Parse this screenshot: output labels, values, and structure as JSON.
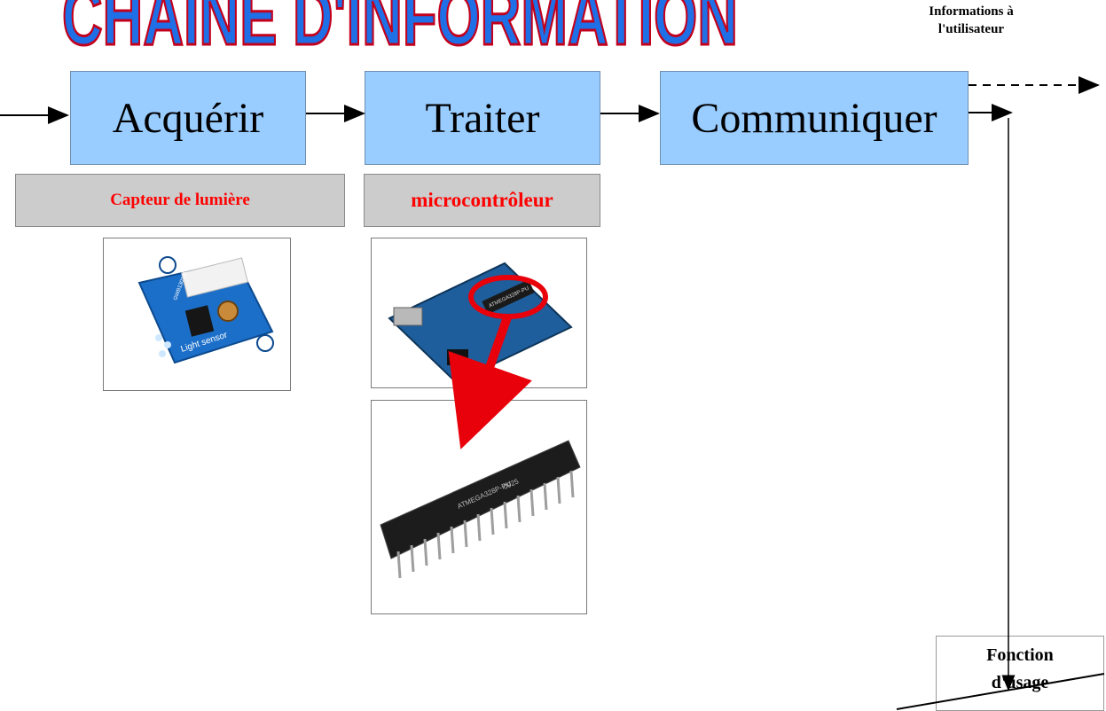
{
  "title": "CHAINE D'INFORMATION",
  "output_label": "Informations à l'utilisateur",
  "output_label_lines": [
    "Informations à",
    "l'utilisateur"
  ],
  "functions": [
    {
      "label": "Acquérir"
    },
    {
      "label": "Traiter"
    },
    {
      "label": "Communiquer"
    }
  ],
  "components": [
    {
      "label": "Capteur de lumière"
    },
    {
      "label": "microcontrôleur"
    }
  ],
  "photos": {
    "sensor_board_text": "Light sensor",
    "sensor_board_code": "GWB1301010",
    "arduino_chip_text": "ATMEGA328P-PU",
    "chip_code": "0925"
  },
  "usage_box": {
    "line1": "Fonction",
    "line2": "d'usage"
  },
  "colors": {
    "function_fill": "#99ccff",
    "component_fill": "#cccccc",
    "component_text": "#ff0000",
    "title_fill": "#1f6fe6",
    "title_outline": "#c3001c",
    "highlight": "#e8000b"
  }
}
